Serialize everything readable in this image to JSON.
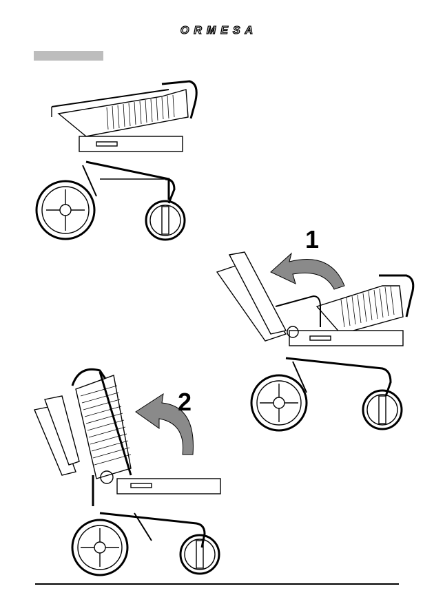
{
  "header": {
    "brand": "ORMESA"
  },
  "steps": [
    {
      "number": "1"
    },
    {
      "number": "2"
    }
  ],
  "colors": {
    "section_bar": "#bdbdbd",
    "line": "#000000",
    "arrow_fill": "#8a8a8a"
  }
}
